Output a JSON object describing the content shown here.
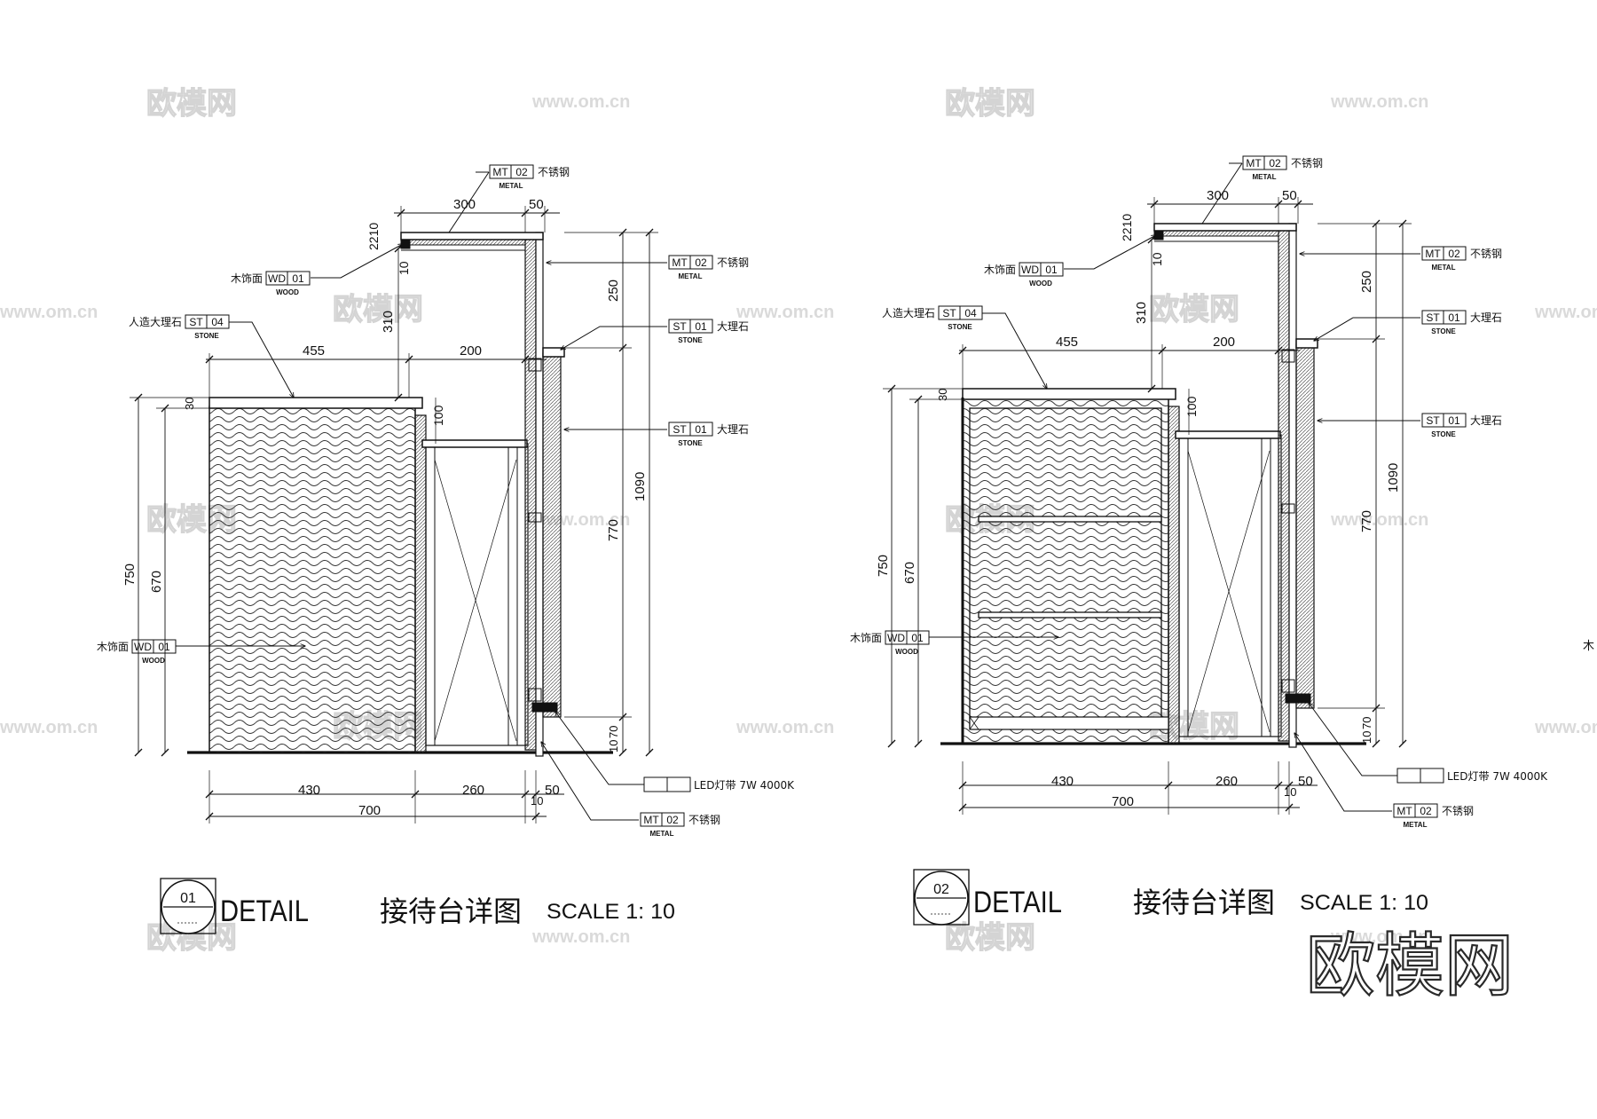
{
  "watermark": {
    "logo_text": "欧模网",
    "url_text": "www.om.cn"
  },
  "brand_logo": "欧模网",
  "details": [
    {
      "number": "01",
      "label": "DETAIL",
      "title_cn": "接待台详图",
      "scale": "SCALE 1: 10",
      "variant": "plain"
    },
    {
      "number": "02",
      "label": "DETAIL",
      "title_cn": "接待台详图",
      "scale": "SCALE 1: 10",
      "variant": "shelves"
    }
  ],
  "dimensions": {
    "top_left": "300",
    "top_right": "50",
    "d2210": "2210",
    "d10": "10",
    "d310": "310",
    "d250": "250",
    "d455": "455",
    "d200": "200",
    "d30": "30",
    "d100": "100",
    "d1090": "1090",
    "d770": "770",
    "d750": "750",
    "d670": "670",
    "d10b": "10",
    "d70": "70",
    "b430": "430",
    "b260": "260",
    "b10": "10",
    "b50": "50",
    "b700": "700"
  },
  "tags": {
    "mt02_top": {
      "code": "MT",
      "num": "02",
      "sub": "METAL",
      "text": "不锈钢"
    },
    "mt02_right": {
      "code": "MT",
      "num": "02",
      "sub": "METAL",
      "text": "不锈钢"
    },
    "wd01_top": {
      "code": "WD",
      "num": "01",
      "sub": "WOOD",
      "text": "木饰面"
    },
    "st04": {
      "code": "ST",
      "num": "04",
      "sub": "STONE",
      "text": "人造大理石"
    },
    "st01_a": {
      "code": "ST",
      "num": "01",
      "sub": "STONE",
      "text": "大理石"
    },
    "st01_b": {
      "code": "ST",
      "num": "01",
      "sub": "STONE",
      "text": "大理石"
    },
    "wd01_mid": {
      "code": "WD",
      "num": "01",
      "sub": "WOOD",
      "text": "木饰面"
    },
    "led": {
      "text": "LED灯带 7W 4000K"
    },
    "mt02_bottom": {
      "code": "MT",
      "num": "02",
      "sub": "METAL",
      "text": "不锈钢"
    }
  },
  "edge_fragment": "木"
}
